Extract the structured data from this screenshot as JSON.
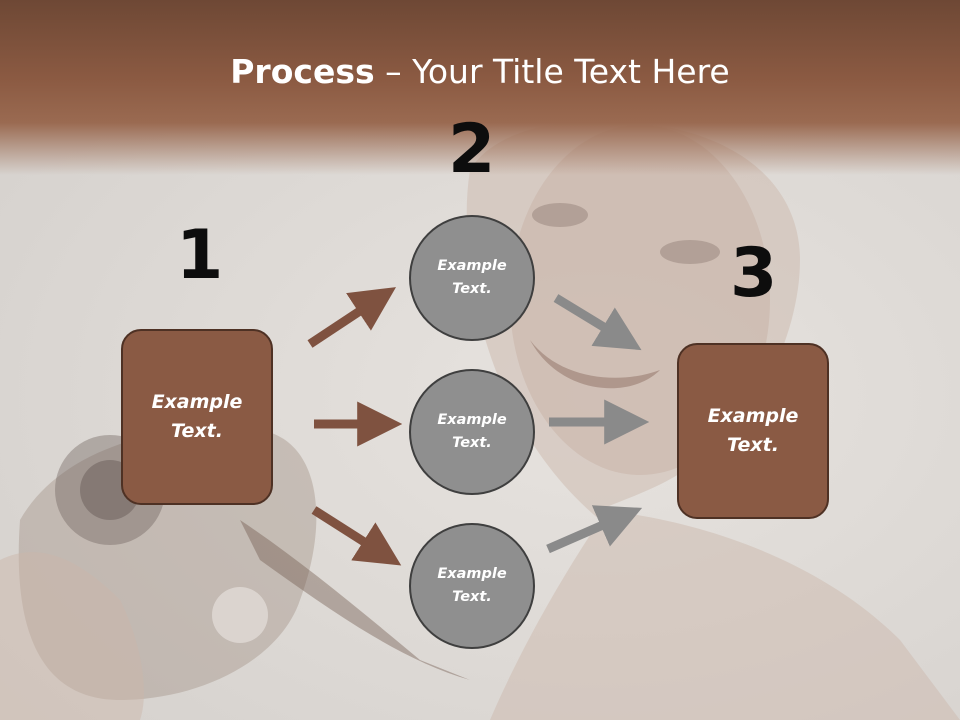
{
  "title": {
    "bold": "Process",
    "rest": " – Your Title Text Here"
  },
  "steps": {
    "one": "1",
    "two": "2",
    "three": "3"
  },
  "nodes": {
    "start": "Example Text.",
    "top": "Example Text.",
    "middle": "Example Text.",
    "bottom": "Example Text.",
    "end": "Example Text."
  },
  "colors": {
    "header": "#8b5a42",
    "box_fill": "#8a5a44",
    "box_border": "#4e3124",
    "circle_fill": "#8f8f8f",
    "brown_arrow": "#7f5240",
    "gray_arrow": "#8a8a8a"
  }
}
